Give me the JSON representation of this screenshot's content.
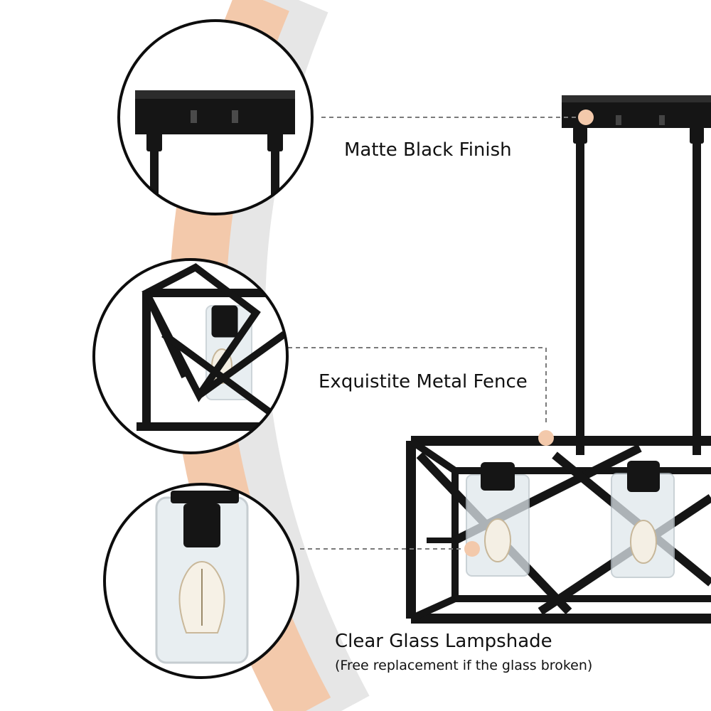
{
  "features": [
    {
      "label": "Matte Black Finish"
    },
    {
      "label": "Exquistite Metal Fence"
    },
    {
      "label": "Clear Glass Lampshade",
      "note": "(Free replacement if the glass broken)"
    }
  ],
  "colors": {
    "background": "#ffffff",
    "arc_band": "#f3c9ab",
    "arc_grey": "#e6e6e6",
    "metal": "#151515",
    "callout_dot": "#f3c9ab",
    "dash": "#7a7a7a",
    "glass": "#dfe7ec"
  },
  "icons": [
    "ceiling-plate-detail",
    "metal-fence-detail",
    "glass-shade-detail"
  ]
}
